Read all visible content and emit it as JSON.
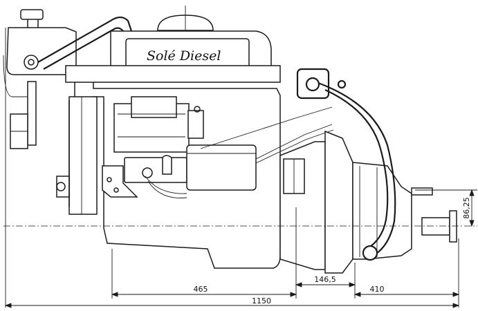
{
  "drawing": {
    "brand_label": "Solé Diesel",
    "dimensions": {
      "d465": "465",
      "d1465": "146,5",
      "d410": "410",
      "d1150": "1150",
      "d8625": "86,25"
    }
  }
}
